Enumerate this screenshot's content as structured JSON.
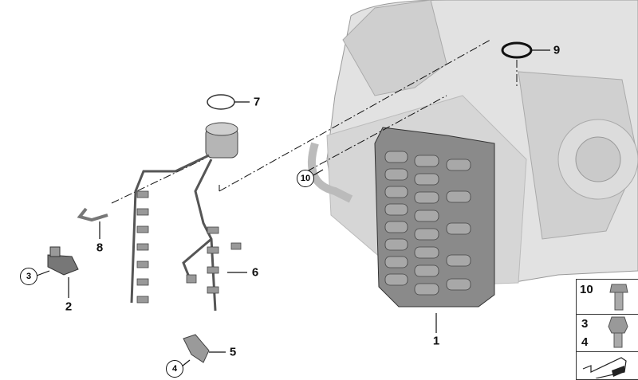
{
  "diagram": {
    "callouts": [
      {
        "id": "1",
        "text": "1"
      },
      {
        "id": "2",
        "text": "2"
      },
      {
        "id": "5",
        "text": "5"
      },
      {
        "id": "6",
        "text": "6"
      },
      {
        "id": "7",
        "text": "7"
      },
      {
        "id": "8",
        "text": "8"
      },
      {
        "id": "9",
        "text": "9"
      }
    ],
    "circled_callouts": [
      {
        "id": "3",
        "text": "3"
      },
      {
        "id": "4",
        "text": "4"
      },
      {
        "id": "10",
        "text": "10"
      }
    ],
    "legend": {
      "rows": [
        {
          "labels": [
            "10"
          ],
          "icon": "flange-bolt-icon"
        },
        {
          "labels": [
            "3",
            "4"
          ],
          "icon": "hex-bolt-icon"
        },
        {
          "labels": [],
          "icon": "arrow-sheet-icon"
        }
      ]
    },
    "colors": {
      "part_gray": "#a9a9a9",
      "housing_gray": "#d8d8d8",
      "line": "#111111"
    }
  }
}
